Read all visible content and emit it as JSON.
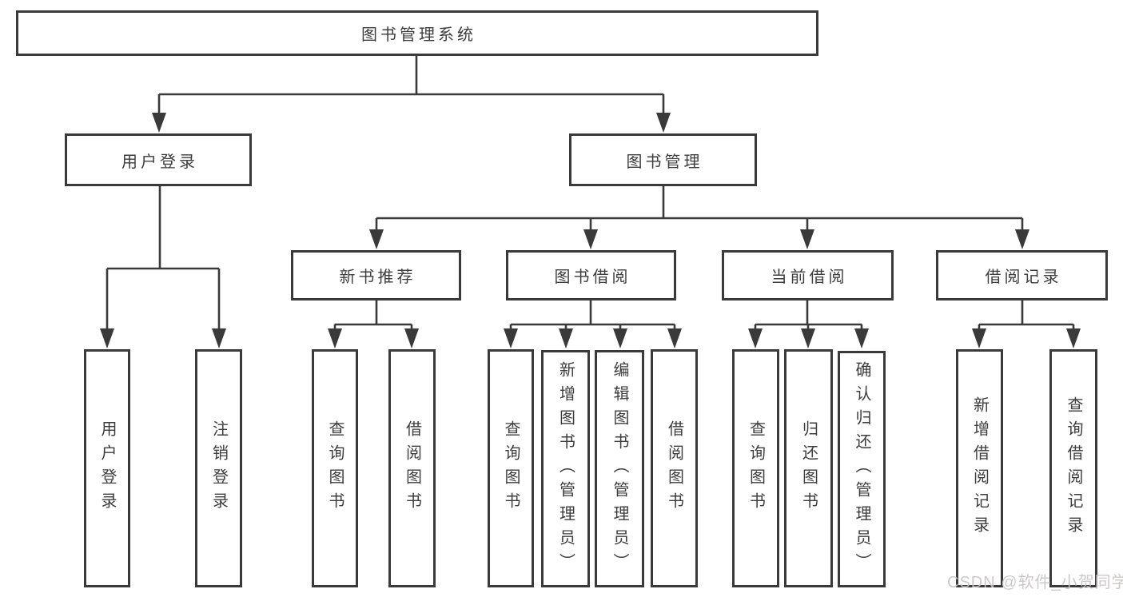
{
  "diagram": {
    "colors": {
      "line": "#3a3a3a",
      "text": "#3d3d3d",
      "watermark": "#c8c5c5",
      "background": "#ffffff"
    },
    "watermark": {
      "text": "CSDN @软件_小贺同学"
    },
    "nodes": {
      "root": {
        "label": "图书管理系统"
      },
      "login_branch": {
        "label": "用户登录"
      },
      "book_mgmt": {
        "label": "图书管理"
      },
      "new_book_rec": {
        "label": "新书推荐"
      },
      "book_borrowing": {
        "label": "图书借阅"
      },
      "current_borrowing": {
        "label": "当前借阅"
      },
      "borrow_records": {
        "label": "借阅记录"
      },
      "user_login": {
        "label": "用户登录"
      },
      "logout": {
        "label": "注销登录"
      },
      "rec_query_books": {
        "label": "查询图书"
      },
      "rec_borrow_books": {
        "label": "借阅图书"
      },
      "bor_query_books": {
        "label": "查询图书"
      },
      "bor_add_books_admin": {
        "label": "新增图书（管理员）"
      },
      "bor_edit_books_admin": {
        "label": "编辑图书（管理员）"
      },
      "bor_borrow_books": {
        "label": "借阅图书"
      },
      "cur_query_books": {
        "label": "查询图书"
      },
      "cur_return_books": {
        "label": "归还图书"
      },
      "cur_confirm_return_admin": {
        "label": "确认归还（管理员）"
      },
      "rec_add_borrow_record": {
        "label": "新增借阅记录"
      },
      "rec_query_borrow_record": {
        "label": "查询借阅记录"
      }
    }
  }
}
